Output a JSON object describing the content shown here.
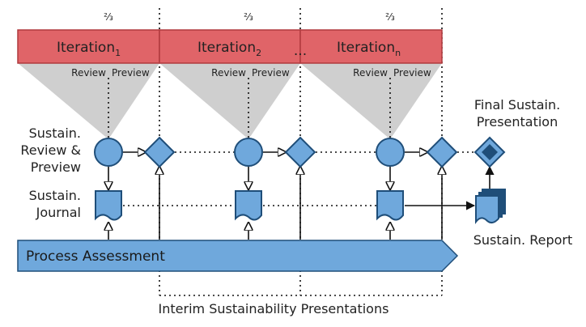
{
  "iterations": {
    "fraction": "⅔",
    "base_label": "Iteration",
    "subscripts": [
      "1",
      "2",
      "n"
    ],
    "ellipsis": "...",
    "review": "Review",
    "preview": "Preview"
  },
  "left_labels": {
    "review_preview": [
      "Sustain.",
      "Review &",
      "Preview"
    ],
    "journal": [
      "Sustain.",
      "Journal"
    ]
  },
  "final": [
    "Final Sustain.",
    "Presentation"
  ],
  "report": "Sustain. Report",
  "process": "Process Assessment",
  "interim": "Interim Sustainability Presentations",
  "colors": {
    "iteration_fill": "#e06468",
    "node_fill": "#6fa8dc",
    "node_stroke": "#1f4e79",
    "funnel": "#cfcfcf",
    "final_inner": "#1f4e79"
  }
}
